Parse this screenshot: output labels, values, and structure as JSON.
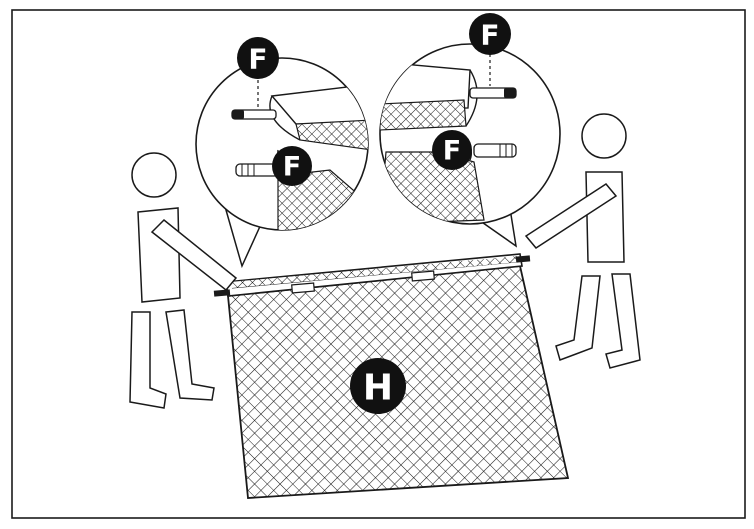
{
  "labels": {
    "fastener_top_left": "F",
    "fastener_inner_left": "F",
    "fastener_top_right": "F",
    "fastener_inner_right": "F",
    "net": "H"
  },
  "colors": {
    "line": "#1a1a1a",
    "badge": "#111111",
    "badge_text": "#ffffff",
    "background": "#ffffff"
  }
}
